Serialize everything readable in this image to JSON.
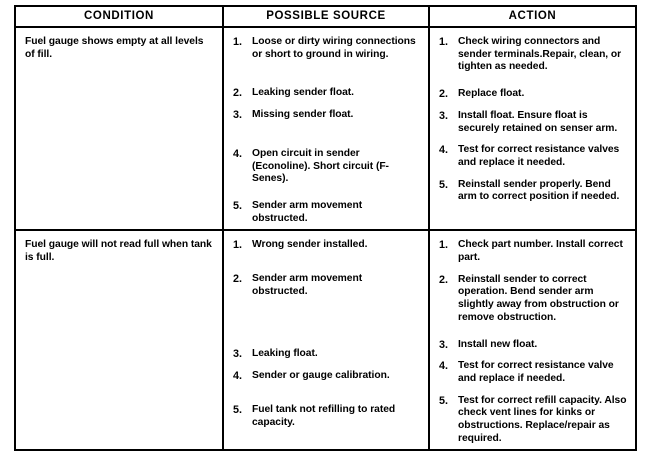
{
  "table": {
    "headers": [
      "CONDITION",
      "POSSIBLE SOURCE",
      "ACTION"
    ],
    "rows": [
      {
        "condition": "Fuel gauge shows empty at all levels of fill.",
        "possible_source": [
          {
            "num": "1.",
            "text": "Loose or dirty wiring connections or short to ground in wiring."
          },
          {
            "num": "2.",
            "text": "Leaking sender float."
          },
          {
            "num": "3.",
            "text": "Missing sender float."
          },
          {
            "num": "4.",
            "text": "Open circuit in sender (Econoline). Short circuit (F-Senes)."
          },
          {
            "num": "5.",
            "text": "Sender arm movement obstructed."
          }
        ],
        "action": [
          {
            "num": "1.",
            "text": "Check wiring connectors and sender terminals.Repair, clean, or tighten as needed."
          },
          {
            "num": "2.",
            "text": "Replace float."
          },
          {
            "num": "3.",
            "text": "Install float. Ensure float is securely retained on senser arm."
          },
          {
            "num": "4.",
            "text": "Test for correct resistance valves and replace it needed."
          },
          {
            "num": "5.",
            "text": "Reinstall sender properly. Bend arm to correct position if needed."
          }
        ]
      },
      {
        "condition": "Fuel gauge will not read full when tank is full.",
        "possible_source": [
          {
            "num": "1.",
            "text": "Wrong sender installed."
          },
          {
            "num": "2.",
            "text": "Sender arm movement obstructed."
          },
          {
            "num": "3.",
            "text": "Leaking float."
          },
          {
            "num": "4.",
            "text": "Sender or gauge calibration."
          },
          {
            "num": "5.",
            "text": "Fuel tank not refilling to rated capacity."
          }
        ],
        "action": [
          {
            "num": "1.",
            "text": "Check part number. Install correct part."
          },
          {
            "num": "2.",
            "text": "Reinstall sender to correct operation. Bend sender arm slightly away from obstruction or remove obstruction."
          },
          {
            "num": "3.",
            "text": "Install new float."
          },
          {
            "num": "4.",
            "text": "Test for correct resistance valve and replace if needed."
          },
          {
            "num": "5.",
            "text": "Test for correct refill capacity. Also check vent lines for kinks or obstructions. Replace/repair as required."
          }
        ]
      }
    ]
  }
}
